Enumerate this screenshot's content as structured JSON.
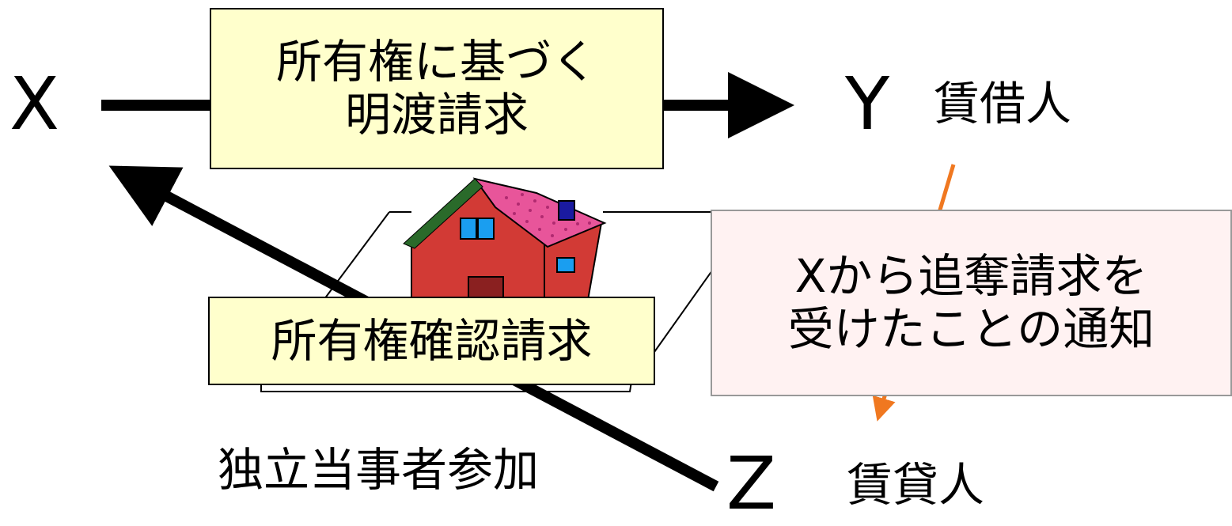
{
  "parties": {
    "x": "X",
    "y": "Y",
    "y_role": "賃借人",
    "z": "Z",
    "z_role": "賃貸人"
  },
  "claims": {
    "main_line1": "所有権に基づく",
    "main_line2": "明渡請求",
    "ownership_confirmation": "所有権確認請求",
    "notice_line1": "Xから追奪請求を",
    "notice_line2": "受けたことの通知",
    "intervention": "独立当事者参加"
  },
  "colors": {
    "claim_box_fill": "#ffffcc",
    "notice_box_fill": "#fff2f2",
    "notice_arrow": "#f07820",
    "arrow": "#000000",
    "house_wall": "#d23a35",
    "house_roof": "#e8559a",
    "house_eave": "#2a6a2a",
    "house_window": "#1a9ef0"
  },
  "icons": {
    "property": "house-icon"
  }
}
